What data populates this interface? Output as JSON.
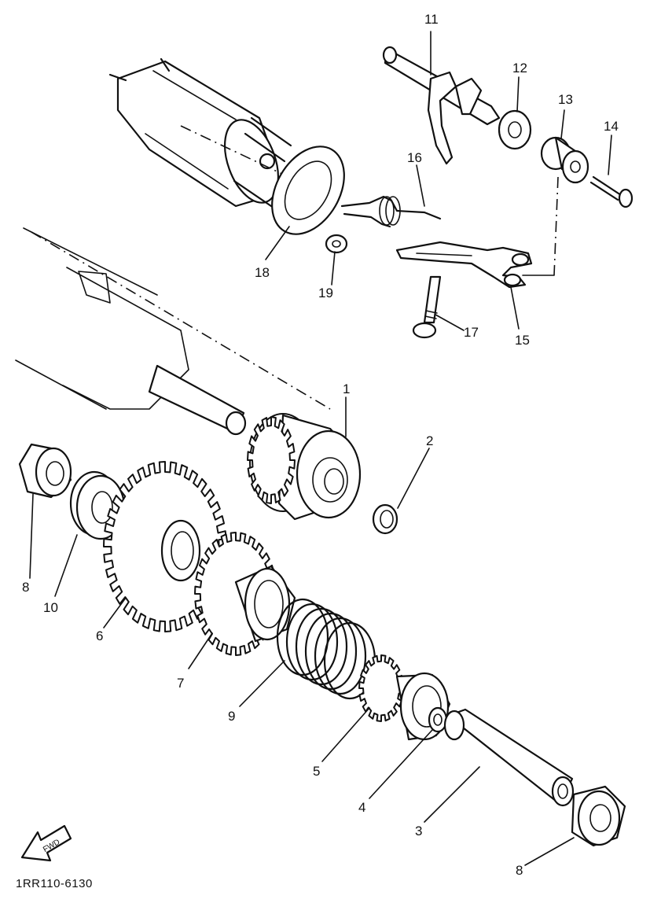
{
  "diagram": {
    "part_labels": {
      "p1": "1",
      "p2": "2",
      "p3": "3",
      "p4": "4",
      "p5": "5",
      "p6": "6",
      "p7": "7",
      "p8a": "8",
      "p8b": "8",
      "p9": "9",
      "p10": "10",
      "p11": "11",
      "p12": "12",
      "p13": "13",
      "p14": "14",
      "p15": "15",
      "p16": "16",
      "p17": "17",
      "p18": "18",
      "p19": "19"
    },
    "fwd_label": "FWD",
    "drawing_code": "1RR110-6130"
  }
}
